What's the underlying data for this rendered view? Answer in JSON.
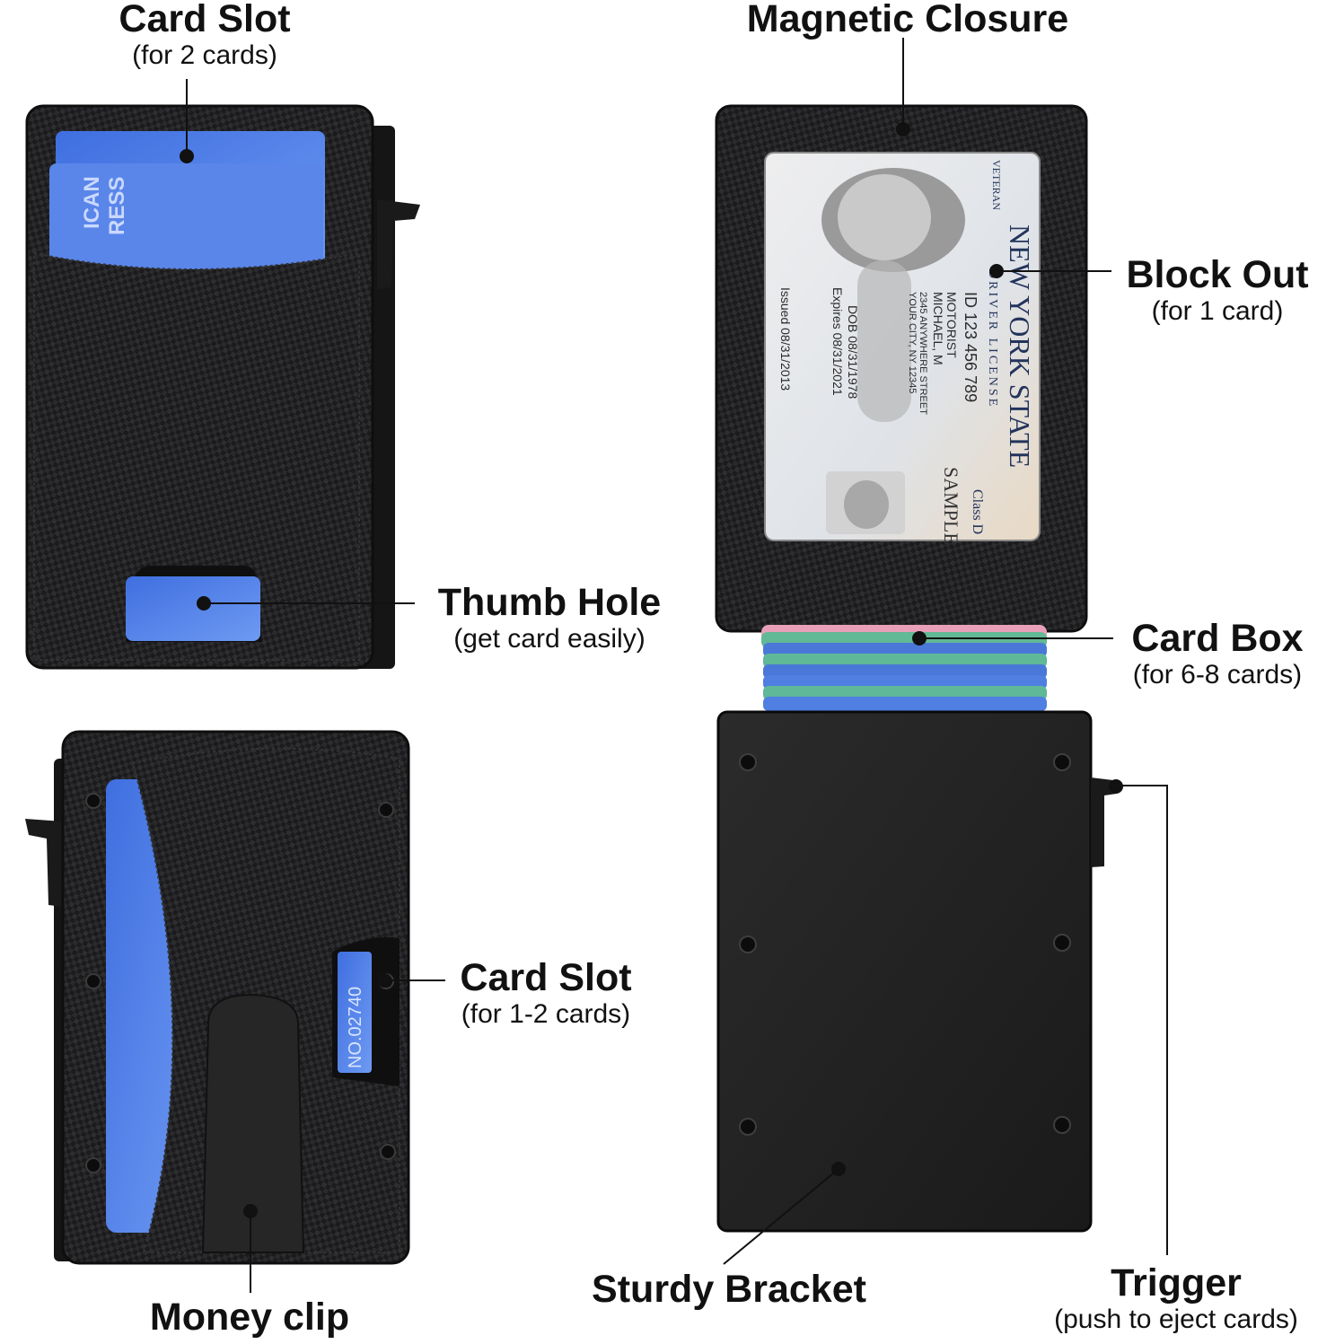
{
  "labels": {
    "card_slot_top": {
      "title": "Card Slot",
      "subtitle": "(for 2 cards)"
    },
    "thumb_hole": {
      "title": "Thumb Hole",
      "subtitle": "(get card easily)"
    },
    "card_slot_back": {
      "title": "Card Slot",
      "subtitle": "(for 1-2 cards)"
    },
    "money_clip": {
      "title": "Money clip"
    },
    "magnetic_closure": {
      "title": "Magnetic Closure"
    },
    "block_out": {
      "title": "Block Out",
      "subtitle": "(for 1 card)"
    },
    "card_box": {
      "title": "Card Box",
      "subtitle": "(for 6-8 cards)"
    },
    "sturdy_bracket": {
      "title": "Sturdy Bracket"
    },
    "trigger": {
      "title": "Trigger",
      "subtitle": "(push to eject cards)"
    }
  },
  "id_card": {
    "state": "NEW YORK STATE",
    "type": "DRIVER LICENSE",
    "veteran": "VETERAN",
    "id": "ID 123 456 789",
    "name_last": "MOTORIST",
    "name_first": "MICHAEL, M",
    "address1": "2345 ANYWHERE STREET",
    "address2": "YOUR CITY, NY 12345",
    "dob": "DOB 08/31/1978",
    "expires": "Expires 08/31/2021",
    "issued": "Issued 08/31/2013",
    "sample": "SAMPLE",
    "class": "Class D"
  },
  "card_number": "NO.02740",
  "colors": {
    "leather": "#1c1c1e",
    "bracket": "#222222",
    "card_blue": "#4f7fe0",
    "card_green": "#5fb898",
    "card_pink": "#e8a0b8"
  }
}
